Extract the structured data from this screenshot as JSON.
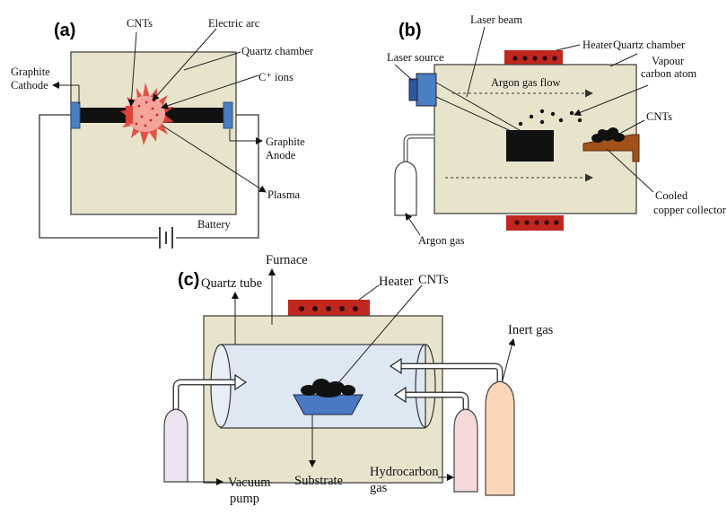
{
  "colors": {
    "chamber_fill": "#e8e4cc",
    "chamber_stroke": "#444444",
    "electrode_blue": "#4a7fc1",
    "rod_black": "#111111",
    "plasma_pink": "#f3a59b",
    "plasma_red": "#e0433a",
    "heater_red": "#c0271f",
    "tube_fill": "#dde8f3",
    "substrate_blue": "#4a78c2",
    "collector_brown": "#a0521a",
    "bottle_purple": "#ede3f0",
    "bottle_pink": "#f6dada",
    "bottle_peach": "#fbd6b8"
  },
  "panel_a": {
    "letter": "(a)",
    "labels": {
      "cnts": "CNTs",
      "electric_arc": "Electric arc",
      "quartz_chamber": "Quartz chamber",
      "c_ions": "C⁺ ions",
      "graphite_cathode_1": "Graphite",
      "graphite_cathode_2": "Cathode",
      "graphite_anode_1": "Graphite",
      "graphite_anode_2": "Anode",
      "plasma": "Plasma",
      "battery": "Battery"
    }
  },
  "panel_b": {
    "letter": "(b)",
    "labels": {
      "laser_beam": "Laser beam",
      "heater": "Heater",
      "quartz_chamber": "Quartz chamber",
      "laser_source": "Laser source",
      "vapour_1": "Vapour",
      "vapour_2": "carbon atom",
      "argon_flow": "Argon gas flow",
      "cnts": "CNTs",
      "cooled_1": "Cooled",
      "cooled_2": "copper collector",
      "argon_gas": "Argon gas"
    }
  },
  "panel_c": {
    "letter": "(c)",
    "labels": {
      "quartz_tube": "Quartz tube",
      "furnace": "Furnace",
      "heater": "Heater",
      "cnts": "CNTs",
      "inert_gas": "Inert gas",
      "vacuum_1": "Vacuum",
      "vacuum_2": "pump",
      "substrate": "Substrate",
      "hydrocarbon_1": "Hydrocarbon",
      "hydrocarbon_2": "gas"
    }
  }
}
